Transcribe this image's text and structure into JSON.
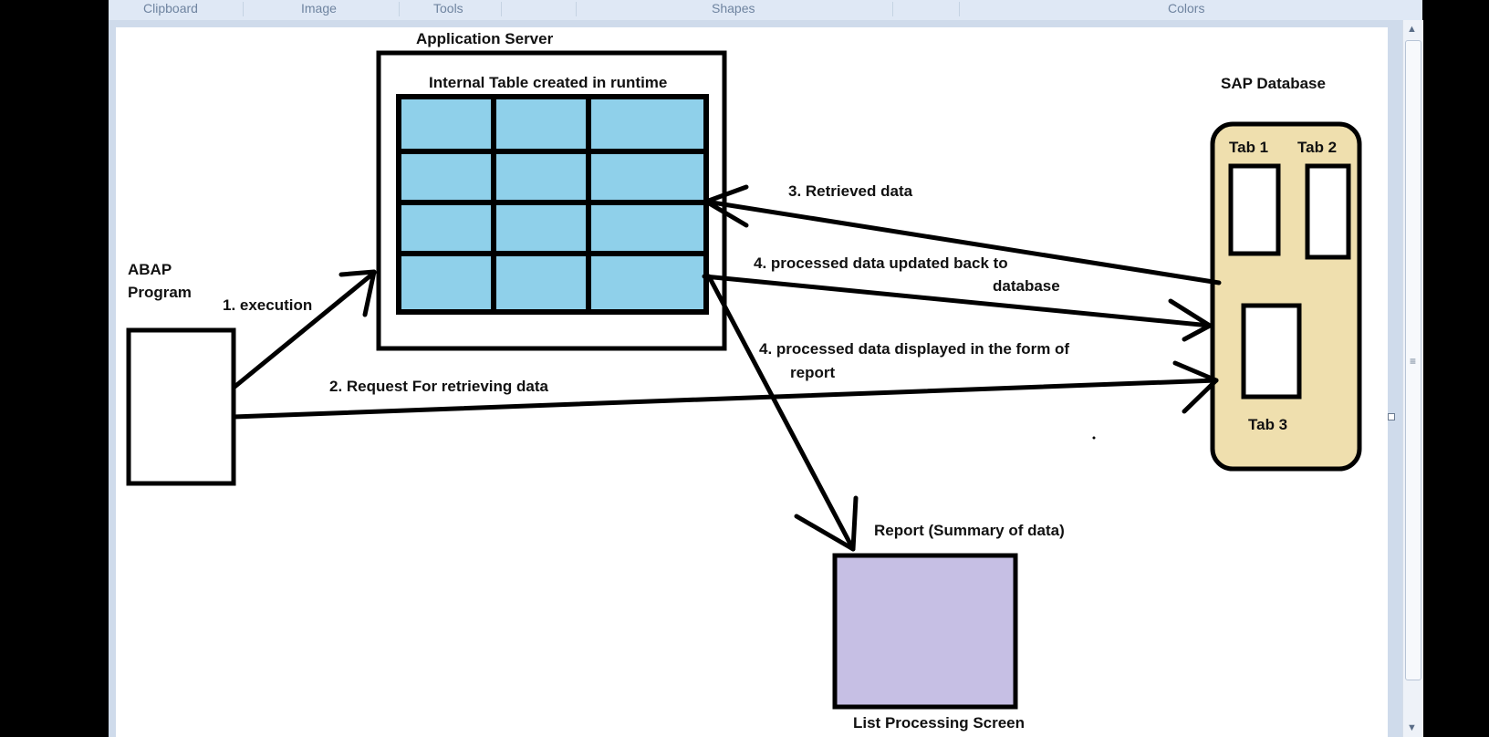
{
  "ribbon": {
    "groups": [
      "Clipboard",
      "Image",
      "Tools",
      "Shapes",
      "Colors"
    ]
  },
  "diagram": {
    "app_server_title": "Application Server",
    "internal_table_title": "Internal Table  created in runtime",
    "abap_program_line1": "ABAP",
    "abap_program_line2": "Program",
    "step1": "1. execution",
    "step2": "2. Request For retrieving data",
    "step3": "3. Retrieved data",
    "step4a_line1": "4. processed data updated back to",
    "step4a_line2": "database",
    "step4b_line1": "4. processed data displayed in the form of",
    "step4b_line2": "report",
    "sap_database_title": "SAP Database",
    "tab1": "Tab 1",
    "tab2": "Tab 2",
    "tab3": "Tab 3",
    "report_title": "Report (Summary of data)",
    "list_screen_label": "List Processing Screen"
  },
  "colors": {
    "table_cell": "#8fd0ea",
    "database_fill": "#efdfae",
    "report_fill": "#c6bfe4",
    "ribbon_bg": "#dfe8f5",
    "workspace_bg": "#cfdbeb"
  }
}
